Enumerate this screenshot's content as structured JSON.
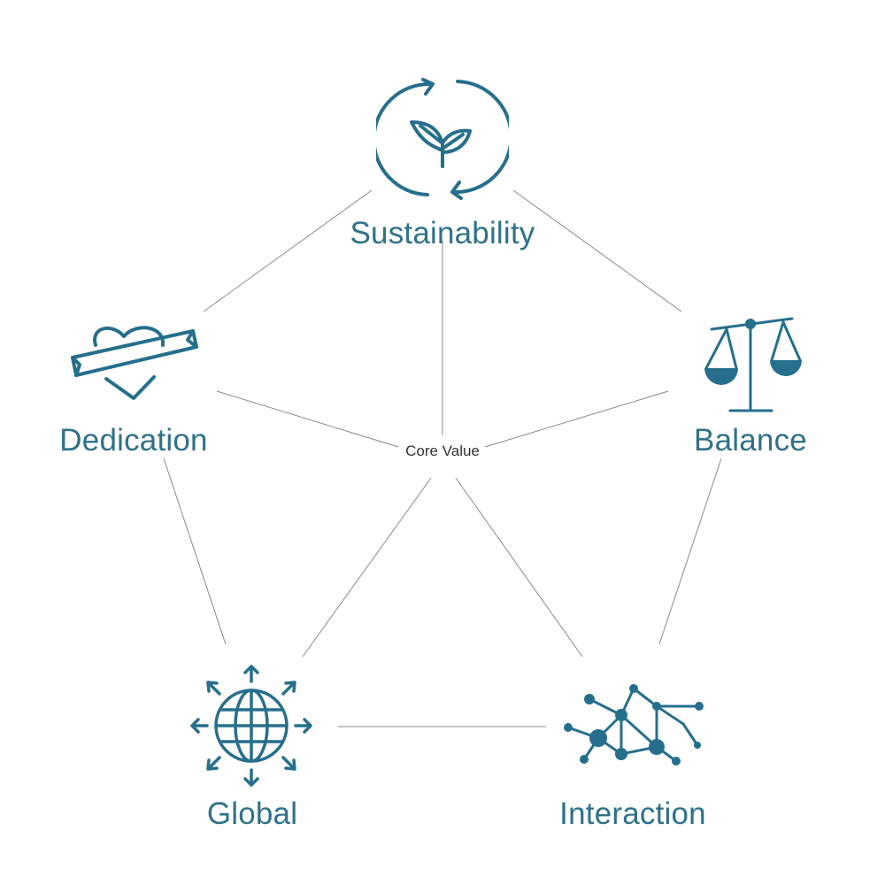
{
  "diagram": {
    "center_label": "Core Value",
    "nodes": [
      {
        "id": "sustainability",
        "label": "Sustainability",
        "icon": "recycle-leaf-icon"
      },
      {
        "id": "balance",
        "label": "Balance",
        "icon": "scale-icon"
      },
      {
        "id": "interaction",
        "label": "Interaction",
        "icon": "network-icon"
      },
      {
        "id": "global",
        "label": "Global",
        "icon": "globe-arrows-icon"
      },
      {
        "id": "dedication",
        "label": "Dedication",
        "icon": "heart-banner-icon"
      }
    ],
    "colors": {
      "accent": "#266f8c",
      "line": "#8a8a8a",
      "center_text": "#333333"
    }
  }
}
